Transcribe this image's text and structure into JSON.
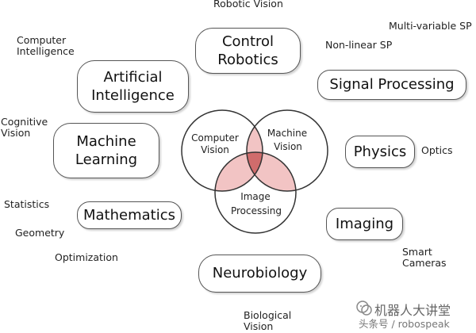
{
  "fields": {
    "robotic_vision": "Robotic Vision",
    "multi_variable_sp": "Multi-variable SP",
    "non_linear_sp": "Non-linear SP",
    "computer_intelligence": [
      "Computer",
      "Intelligence"
    ],
    "cognitive_vision": [
      "Cognitive",
      "Vision"
    ],
    "optics": "Optics",
    "statistics": "Statistics",
    "geometry": "Geometry",
    "optimization": "Optimization",
    "smart_cameras": [
      "Smart",
      "Cameras"
    ],
    "biological_vision": [
      "Biological",
      "Vision"
    ]
  },
  "boxes": {
    "control_robotics": [
      "Control",
      "Robotics"
    ],
    "artificial_intelligence": [
      "Artificial",
      "Intelligence"
    ],
    "signal_processing": "Signal Processing",
    "machine_learning": [
      "Machine",
      "Learning"
    ],
    "physics": "Physics",
    "mathematics": "Mathematics",
    "imaging": "Imaging",
    "neurobiology": "Neurobiology"
  },
  "venn": {
    "computer_vision": [
      "Computer",
      "Vision"
    ],
    "machine_vision": [
      "Machine",
      "Vision"
    ],
    "image_processing": [
      "Image",
      "Processing"
    ],
    "colors": {
      "pair_overlap": "#f2c4c4",
      "triple_overlap": "#d06c6c",
      "outline": "#333333"
    }
  },
  "watermark": {
    "title": "机器人大讲堂",
    "subtitle": "头条号 / robospeak"
  }
}
